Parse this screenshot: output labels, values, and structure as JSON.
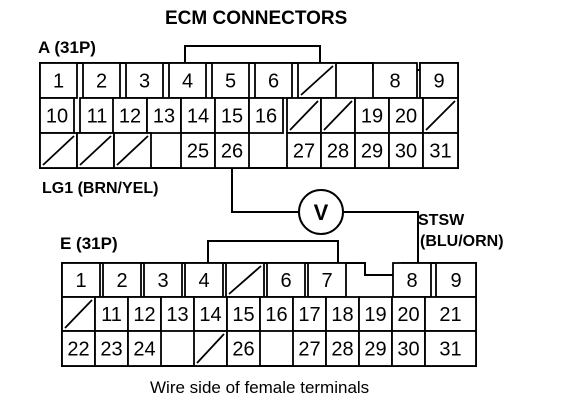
{
  "title": "ECM CONNECTORS",
  "connector_a": {
    "label": "A (31P)",
    "row1": [
      "1",
      "2",
      "3",
      "4",
      "5",
      "6",
      "",
      "",
      "8",
      "9"
    ],
    "row2": [
      "10",
      "11",
      "12",
      "13",
      "14",
      "15",
      "16",
      "",
      "",
      "19",
      "20",
      ""
    ],
    "row3": [
      "",
      "",
      "",
      "25",
      "26",
      "27",
      "28",
      "29",
      "30",
      "31"
    ]
  },
  "connector_e": {
    "label": "E (31P)",
    "row1": [
      "1",
      "2",
      "3",
      "4",
      "",
      "6",
      "7",
      "8",
      "9"
    ],
    "row2": [
      "",
      "11",
      "12",
      "13",
      "14",
      "15",
      "16",
      "17",
      "18",
      "19",
      "20",
      "21"
    ],
    "row3": [
      "22",
      "23",
      "24",
      "",
      "26",
      "27",
      "28",
      "29",
      "30",
      "31"
    ]
  },
  "meter_symbol": "V",
  "wire_left": "LG1 (BRN/YEL)",
  "wire_right_line1": "STSW",
  "wire_right_line2": "(BLU/ORN)",
  "caption": "Wire side of female terminals"
}
